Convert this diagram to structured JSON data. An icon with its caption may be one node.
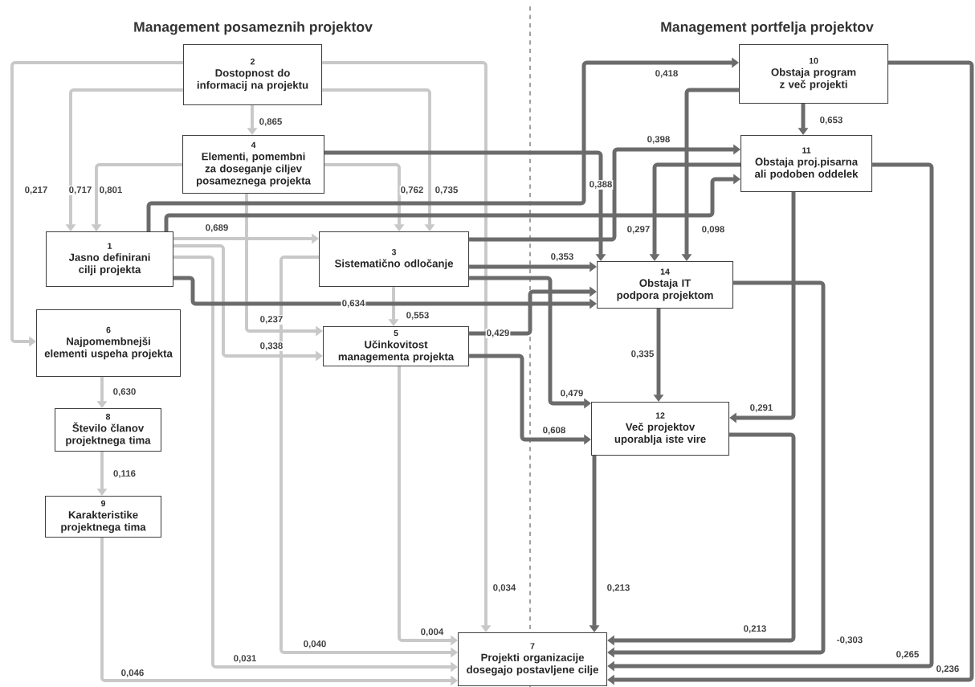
{
  "diagram": {
    "nodes": [
      {
        "text": [
          "2",
          "Dostopnost do informacij na projektu"
        ]
      },
      {
        "text": [
          "10",
          "Obstaja program z več projekti"
        ]
      },
      {
        "text": [
          "4",
          "Elementi, pomembni za doseganje ciljev posameznega projekta"
        ]
      },
      {
        "text": [
          "11",
          "Obstaja proj.pisarna ali podoben oddelek"
        ]
      },
      {
        "text": [
          "1",
          "Jasno definirani cilji projekta"
        ]
      },
      {
        "text": [
          "3",
          "Sistematično odločanje"
        ]
      },
      {
        "text": [
          "14",
          "Obstaja IT podpora projektom"
        ]
      },
      {
        "text": [
          "6",
          "Najpomembnejši elementi uspeha projekta"
        ]
      },
      {
        "text": [
          "5",
          "Učinkovitost managementa projekta"
        ]
      },
      {
        "text": [
          "8",
          "Število članov projektnega tima"
        ]
      },
      {
        "text": [
          "12",
          "Več projektov uporablja iste vire"
        ]
      },
      {
        "text": [
          "9",
          "Karakteristike projektnega tima"
        ]
      },
      {
        "text": [
          "7",
          "Projekti organizacije dosegajo postavljene cilje"
        ]
      }
    ],
    "edges": [
      {
        "from": 0,
        "to": 2,
        "arrow": "to",
        "label": "0,865",
        "color": "#c8c8c8"
      },
      {
        "from": 0,
        "to": 7,
        "arrow": "to",
        "label": "0,217",
        "color": "#c8c8c8"
      },
      {
        "from": 0,
        "to": 4,
        "arrow": "to",
        "label": "0,717",
        "color": "#c8c8c8"
      },
      {
        "from": 2,
        "to": 4,
        "arrow": "to",
        "label": "0,801",
        "color": "#c8c8c8"
      },
      {
        "from": 2,
        "to": 5,
        "arrow": "to",
        "label": "0,762",
        "color": "#c8c8c8"
      },
      {
        "from": 0,
        "to": 5,
        "arrow": "to",
        "label": "0,735",
        "color": "#c8c8c8"
      },
      {
        "from": 0,
        "to": 12,
        "arrow": "to",
        "label": "0,034",
        "color": "#c8c8c8"
      },
      {
        "from": 4,
        "to": 5,
        "arrow": "to",
        "label": "0,689",
        "color": "#c8c8c8"
      },
      {
        "from": 4,
        "to": 8,
        "arrow": "to",
        "label": "0,338",
        "color": "#c8c8c8"
      },
      {
        "from": 2,
        "to": 8,
        "arrow": "to",
        "label": "0,237",
        "color": "#c8c8c8"
      },
      {
        "from": 4,
        "to": 12,
        "arrow": "to",
        "label": "0,031",
        "color": "#c8c8c8"
      },
      {
        "from": 5,
        "to": 8,
        "arrow": "to",
        "label": "0,553",
        "color": "#c8c8c8"
      },
      {
        "from": 5,
        "to": 12,
        "arrow": "to",
        "label": "0,040",
        "color": "#c8c8c8"
      },
      {
        "from": 8,
        "to": 12,
        "arrow": "to",
        "label": "0,004",
        "color": "#c8c8c8"
      },
      {
        "from": 7,
        "to": 9,
        "arrow": "to",
        "label": "0,630",
        "color": "#c8c8c8"
      },
      {
        "from": 9,
        "to": 11,
        "arrow": "to",
        "label": "0,116",
        "color": "#c8c8c8"
      },
      {
        "from": 11,
        "to": 12,
        "arrow": "to",
        "label": "0,046",
        "color": "#c8c8c8"
      },
      {
        "from": 1,
        "to": 3,
        "arrow": "to",
        "label": "0,653"
      },
      {
        "from": 4,
        "to": 1,
        "arrow": "to",
        "label": "0,418"
      },
      {
        "from": 4,
        "to": 3,
        "arrow": "to"
      },
      {
        "from": 5,
        "to": 3,
        "arrow": "to",
        "label": "0,398"
      },
      {
        "from": 2,
        "to": 6,
        "arrow": "to",
        "label": "0,388"
      },
      {
        "from": 1,
        "to": 6,
        "arrow": "to",
        "label": "0,098"
      },
      {
        "from": 3,
        "to": 6,
        "arrow": "to",
        "label": "0,297"
      },
      {
        "from": 5,
        "to": 6,
        "arrow": "to",
        "label": "0,353"
      },
      {
        "from": 5,
        "to": 10,
        "arrow": "to",
        "label": "0,479"
      },
      {
        "from": 4,
        "to": 6,
        "arrow": "to",
        "label": "0,634"
      },
      {
        "from": 8,
        "to": 6,
        "arrow": "to",
        "label": "0,429"
      },
      {
        "from": 8,
        "to": 10,
        "arrow": "to",
        "label": "0,608"
      },
      {
        "from": 6,
        "to": 10,
        "arrow": "to",
        "label": "0,335"
      },
      {
        "from": 3,
        "to": 10,
        "arrow": "to",
        "label": "0,291"
      },
      {
        "from": 10,
        "to": 12,
        "arrow": "to",
        "label": "0,213"
      },
      {
        "from": 10,
        "to": 12,
        "arrow": "to",
        "label": "0,213"
      },
      {
        "from": 6,
        "to": 12,
        "arrow": "to",
        "label": "-0,303"
      },
      {
        "from": 3,
        "to": 12,
        "arrow": "to",
        "label": "0,265"
      },
      {
        "from": 1,
        "to": 12,
        "arrow": "to",
        "label": "0,236"
      }
    ],
    "labels": [
      "Management posameznih projektov",
      "Management portfelja projektov"
    ]
  }
}
